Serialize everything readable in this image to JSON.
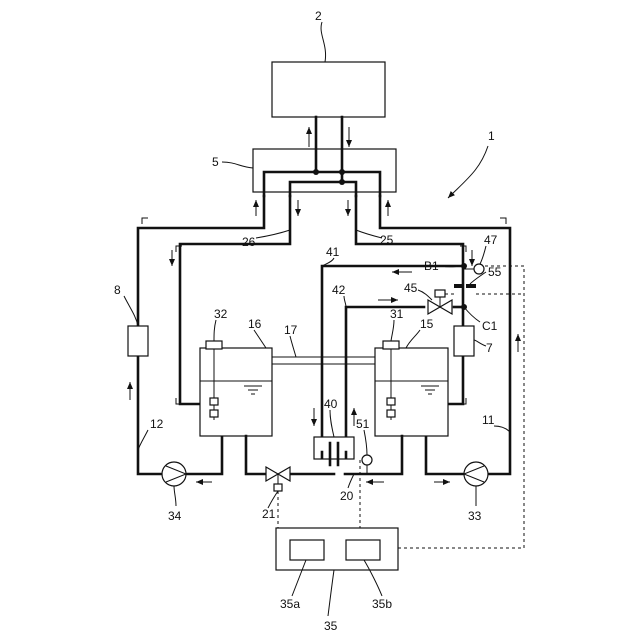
{
  "labels": {
    "l1": "1",
    "l2": "2",
    "l5": "5",
    "l7": "7",
    "l8": "8",
    "l11": "11",
    "l12": "12",
    "l15": "15",
    "l16": "16",
    "l17": "17",
    "l20": "20",
    "l21": "21",
    "l25": "25",
    "l26": "26",
    "l31": "31",
    "l32": "32",
    "l33": "33",
    "l34": "34",
    "l35": "35",
    "l35a": "35a",
    "l35b": "35b",
    "l40": "40",
    "l41": "41",
    "l42": "42",
    "l45": "45",
    "l47": "47",
    "l51": "51",
    "l55": "55",
    "lB1": "B1",
    "lC1": "C1"
  }
}
